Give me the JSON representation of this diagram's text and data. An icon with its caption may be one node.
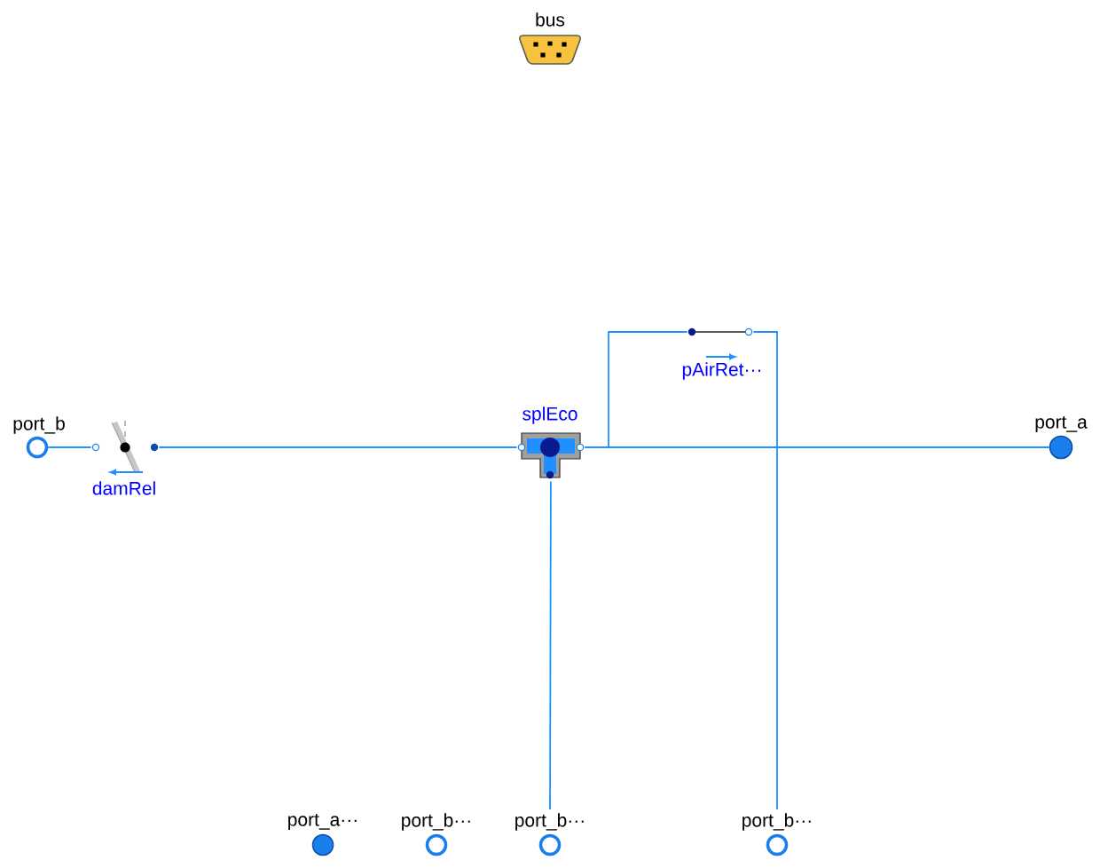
{
  "diagram": {
    "nodes": [
      {
        "text": [
          "bus"
        ]
      },
      {
        "text": [
          "port_b"
        ]
      },
      {
        "text": [
          "damRel"
        ]
      },
      {
        "text": [
          "splEco"
        ]
      },
      {
        "text": [
          "pAirRet···"
        ]
      },
      {
        "text": [
          "port_a"
        ]
      },
      {
        "text": [
          "port_a···"
        ]
      },
      {
        "text": [
          "port_b···"
        ]
      },
      {
        "text": [
          "port_b···"
        ]
      },
      {
        "text": [
          "port_b···"
        ]
      }
    ],
    "edges": [
      {
        "from": 1,
        "to": 2,
        "arrow": "none"
      },
      {
        "from": 2,
        "to": 3,
        "arrow": "none"
      },
      {
        "from": 3,
        "to": 5,
        "arrow": "none"
      },
      {
        "from": 3,
        "to": 8,
        "arrow": "none"
      },
      {
        "from": 3,
        "to": 4,
        "arrow": "none"
      },
      {
        "from": 4,
        "to": 9,
        "arrow": "none"
      }
    ]
  }
}
